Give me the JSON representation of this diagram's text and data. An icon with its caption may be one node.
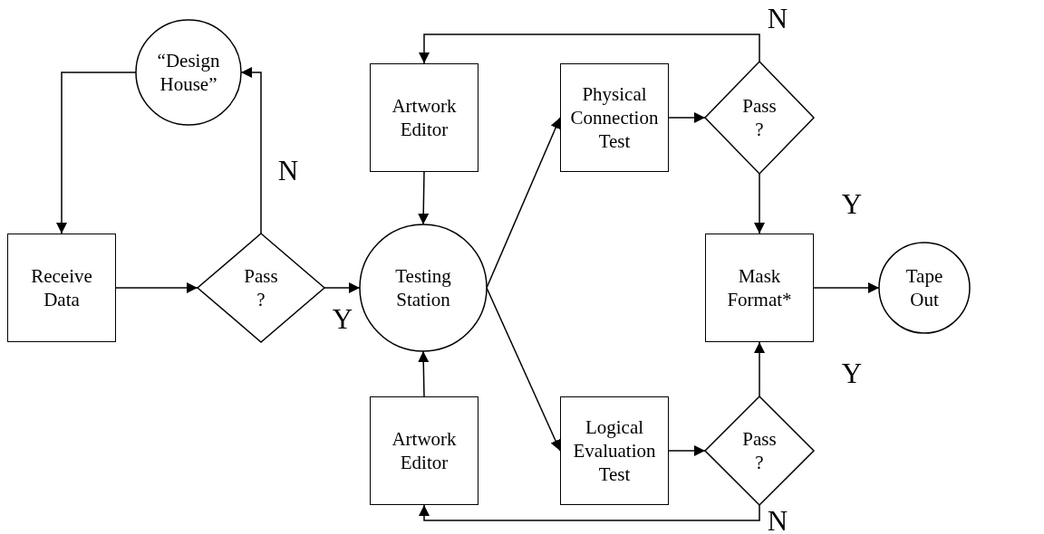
{
  "diagram": {
    "nodes": [
      {
        "text": [
          "“Design House”"
        ]
      },
      {
        "text": [
          "Receive Data"
        ]
      },
      {
        "text": [
          "Pass ?"
        ]
      },
      {
        "text": [
          "Artwork Editor"
        ]
      },
      {
        "text": [
          "Testing Station"
        ]
      },
      {
        "text": [
          "Physical Connection Test"
        ]
      },
      {
        "text": [
          "Pass ?"
        ]
      },
      {
        "text": [
          "Mask Format*"
        ]
      },
      {
        "text": [
          "Tape Out"
        ]
      },
      {
        "text": [
          "Artwork Editor"
        ]
      },
      {
        "text": [
          "Logical Evaluation Test"
        ]
      },
      {
        "text": [
          "Pass ?"
        ]
      }
    ],
    "edges": [
      {
        "from": 0,
        "to": 1,
        "arrow": "to"
      },
      {
        "from": 1,
        "to": 2,
        "arrow": "to"
      },
      {
        "from": 2,
        "to": 0,
        "arrow": "to",
        "label": "N"
      },
      {
        "from": 2,
        "to": 4,
        "arrow": "to",
        "label": "Y"
      },
      {
        "from": 3,
        "to": 4,
        "arrow": "to"
      },
      {
        "from": 9,
        "to": 4,
        "arrow": "to"
      },
      {
        "from": 4,
        "to": 5,
        "arrow": "to"
      },
      {
        "from": 4,
        "to": 10,
        "arrow": "to"
      },
      {
        "from": 5,
        "to": 6,
        "arrow": "to"
      },
      {
        "from": 6,
        "to": 3,
        "arrow": "to",
        "label": "N"
      },
      {
        "from": 6,
        "to": 7,
        "arrow": "to",
        "label": "Y"
      },
      {
        "from": 10,
        "to": 11,
        "arrow": "to"
      },
      {
        "from": 11,
        "to": 7,
        "arrow": "to",
        "label": "Y"
      },
      {
        "from": 11,
        "to": 9,
        "arrow": "to",
        "label": "N"
      },
      {
        "from": 7,
        "to": 8,
        "arrow": "to"
      }
    ]
  }
}
